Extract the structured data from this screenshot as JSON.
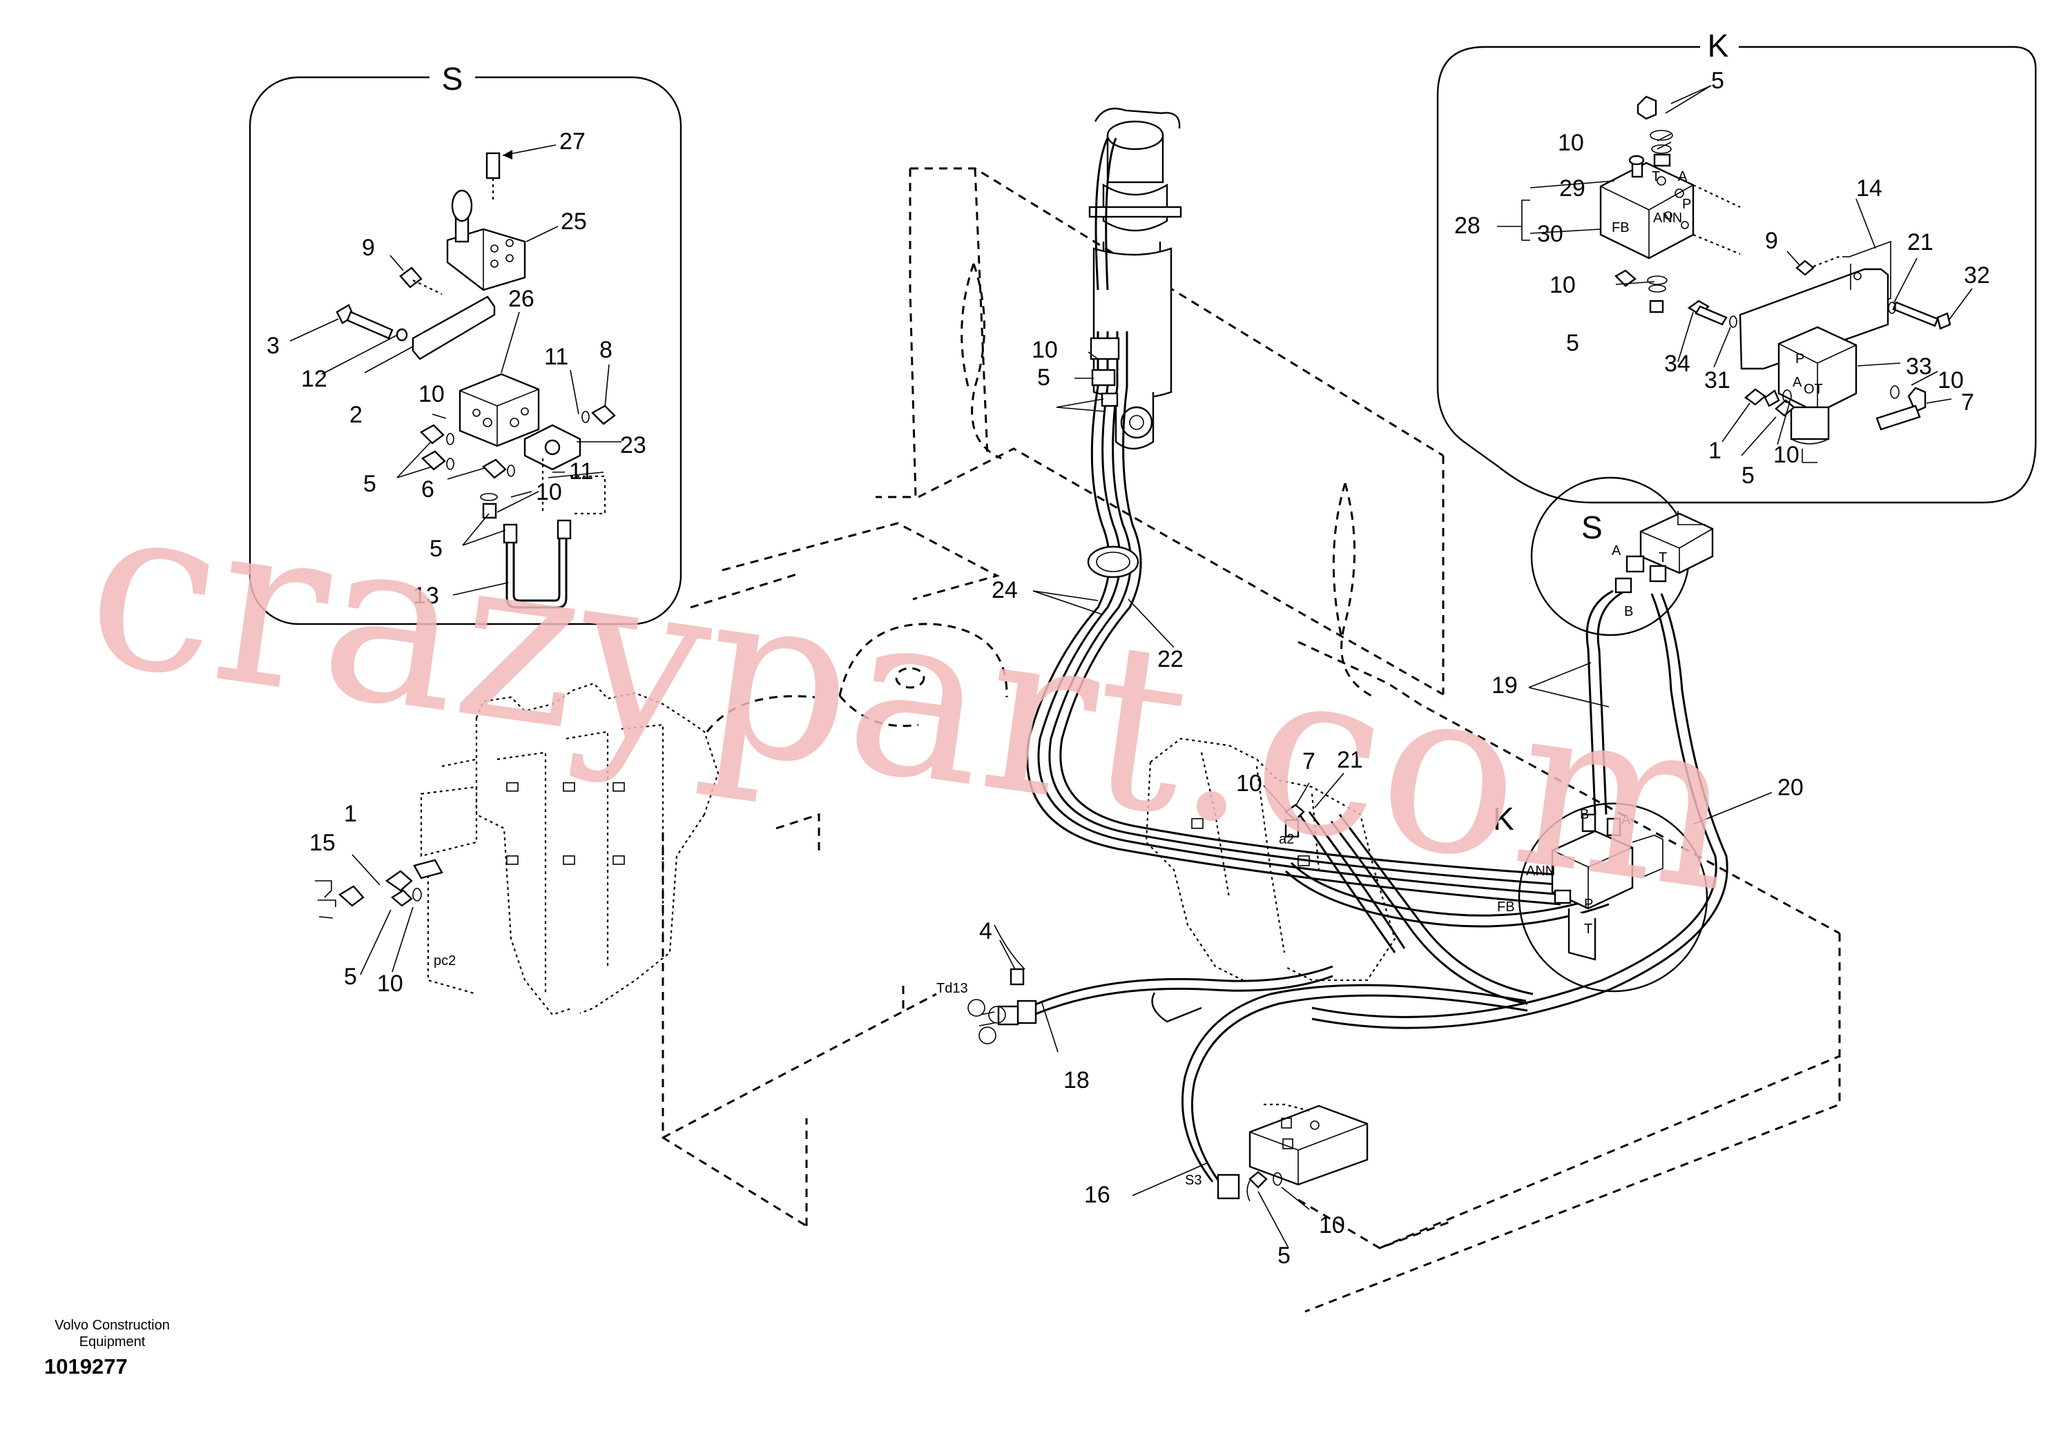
{
  "inset_s": {
    "title": "S",
    "labels": [
      "27",
      "25",
      "9",
      "3",
      "12",
      "26",
      "2",
      "11",
      "8",
      "10",
      "23",
      "5",
      "6",
      "11",
      "10",
      "5",
      "13"
    ]
  },
  "inset_k": {
    "title": "K",
    "labels": [
      "5",
      "10",
      "29",
      "28",
      "30",
      "14",
      "9",
      "21",
      "32",
      "10",
      "5",
      "34",
      "31",
      "33",
      "10",
      "7",
      "1",
      "5",
      "10"
    ],
    "port_marks": [
      "FB",
      "ANN",
      "A",
      "P",
      "T",
      "A",
      "P",
      "OT"
    ]
  },
  "main": {
    "callouts": [
      "10",
      "5",
      "24",
      "22",
      "19",
      "20",
      "7",
      "21",
      "10",
      "15",
      "1",
      "5",
      "10",
      "4",
      "18",
      "16",
      "5",
      "10"
    ],
    "view_letters": [
      "S",
      "K"
    ],
    "port_marks": [
      "A",
      "T",
      "B",
      "B",
      "A",
      "ANN",
      "FB",
      "P",
      "T",
      "a2",
      "Td13",
      "S3",
      "pc2"
    ]
  },
  "footer": {
    "maker": "Volvo Construction Equipment",
    "drawing_number": "1019277"
  },
  "watermark": "crazypart.com"
}
